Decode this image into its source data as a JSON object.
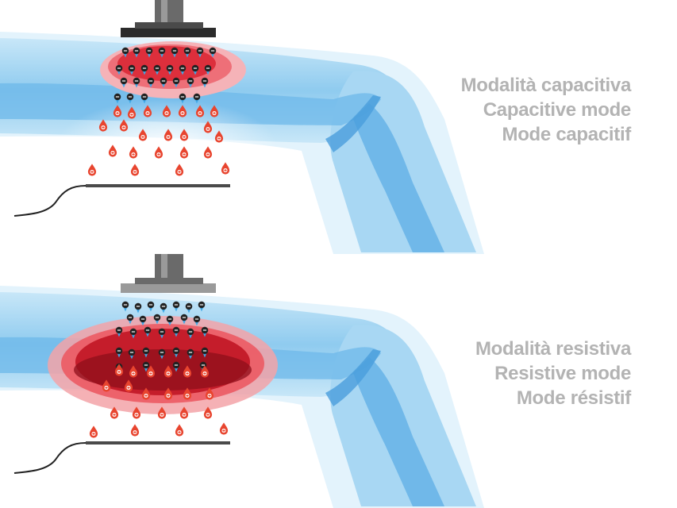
{
  "panels": [
    {
      "id": "capacitive",
      "labels": [
        "Modalità capacitiva",
        "Capacitive mode",
        "Mode capacitif"
      ]
    },
    {
      "id": "resistive",
      "labels": [
        "Modalità resistiva",
        "Resistive mode",
        "Mode résistif"
      ]
    }
  ],
  "colors": {
    "label": "#b3b3b3",
    "arm_fill": "#9fd3f2",
    "arm_glow": "#d6eefb",
    "bone": "#5eaee6",
    "heat_outer": "#f3a3a8",
    "heat_mid": "#ec5a63",
    "heat_inner": "#c51d2b",
    "heat_core": "#8e0f1b",
    "electrode": "#5c5c5c",
    "plate": "#2b2b2b",
    "negative_charge": "#222222",
    "negative_tip": "#3fa9e8",
    "positive_charge": "#e8452f"
  },
  "icons": [
    "negative-charge-icon",
    "positive-charge-icon",
    "electrode-handle-icon",
    "return-plate-icon"
  ]
}
